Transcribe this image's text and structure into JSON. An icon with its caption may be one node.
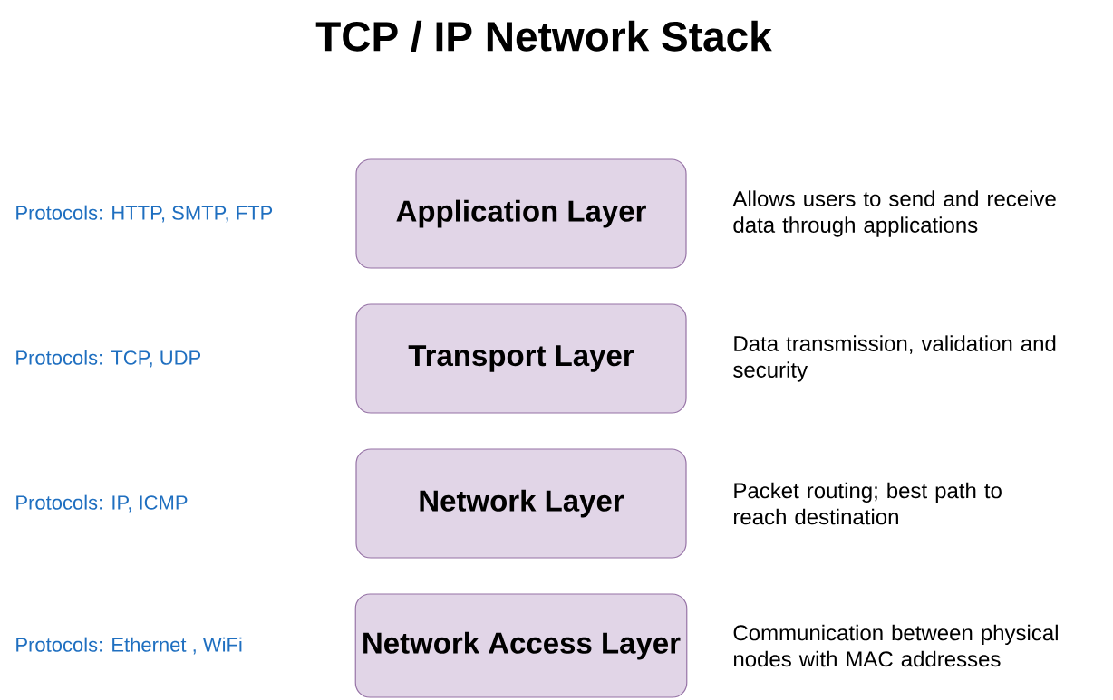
{
  "diagram": {
    "title": "TCP / IP Network Stack",
    "nodes": [
      {
        "text": [
          "Application Layer"
        ],
        "beside": [
          "Allows users to send  and receive data through applications"
        ]
      },
      {
        "text": [
          "Transport Layer"
        ],
        "beside": [
          "Data transmission, validation and security"
        ]
      },
      {
        "text": [
          "Network Layer"
        ],
        "beside": [
          "Packet routing; best path to reach destination"
        ]
      },
      {
        "text": [
          "Network Access Layer"
        ],
        "beside": [
          "Communication between physical nodes with MAC addresses"
        ]
      }
    ],
    "labels": [
      "Protocols: HTTP, SMTP, FTP",
      "Protocols: TCP, UDP",
      "Protocols: IP, ICMP",
      "Protocols: Ethernet , WiFi"
    ]
  }
}
